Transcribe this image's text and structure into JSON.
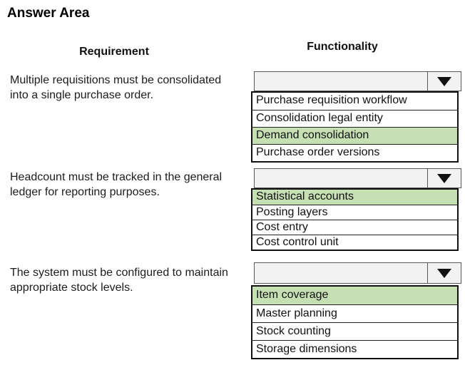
{
  "title": "Answer Area",
  "columns": {
    "left": "Requirement",
    "right": "Functionality"
  },
  "colors": {
    "highlight_green": "#C6E0B4",
    "dropdown_bg": "#F2F2F2",
    "dropdown_border": "#595959",
    "list_border": "#111111"
  },
  "icons": {
    "dropdown_arrow": "filled-down-triangle"
  },
  "groups": [
    {
      "requirement": "Multiple requisitions must be consolidated into a single purchase order.",
      "dropdown": {
        "selected_value": ""
      },
      "options": [
        {
          "label": "Purchase requisition workflow",
          "highlighted": false
        },
        {
          "label": "Consolidation legal entity",
          "highlighted": false
        },
        {
          "label": "Demand consolidation",
          "highlighted": true
        },
        {
          "label": "Purchase order versions",
          "highlighted": false
        }
      ]
    },
    {
      "requirement": "Headcount must be tracked in the general ledger for reporting purposes.",
      "dropdown": {
        "selected_value": ""
      },
      "options": [
        {
          "label": "Statistical accounts",
          "highlighted": true
        },
        {
          "label": "Posting layers",
          "highlighted": false
        },
        {
          "label": "Cost entry",
          "highlighted": false
        },
        {
          "label": "Cost control unit",
          "highlighted": false
        }
      ]
    },
    {
      "requirement": "The system must be configured to maintain appropriate stock levels.",
      "dropdown": {
        "selected_value": ""
      },
      "options": [
        {
          "label": "Item coverage",
          "highlighted": true
        },
        {
          "label": "Master planning",
          "highlighted": false
        },
        {
          "label": "Stock counting",
          "highlighted": false
        },
        {
          "label": "Storage dimensions",
          "highlighted": false
        }
      ]
    }
  ]
}
